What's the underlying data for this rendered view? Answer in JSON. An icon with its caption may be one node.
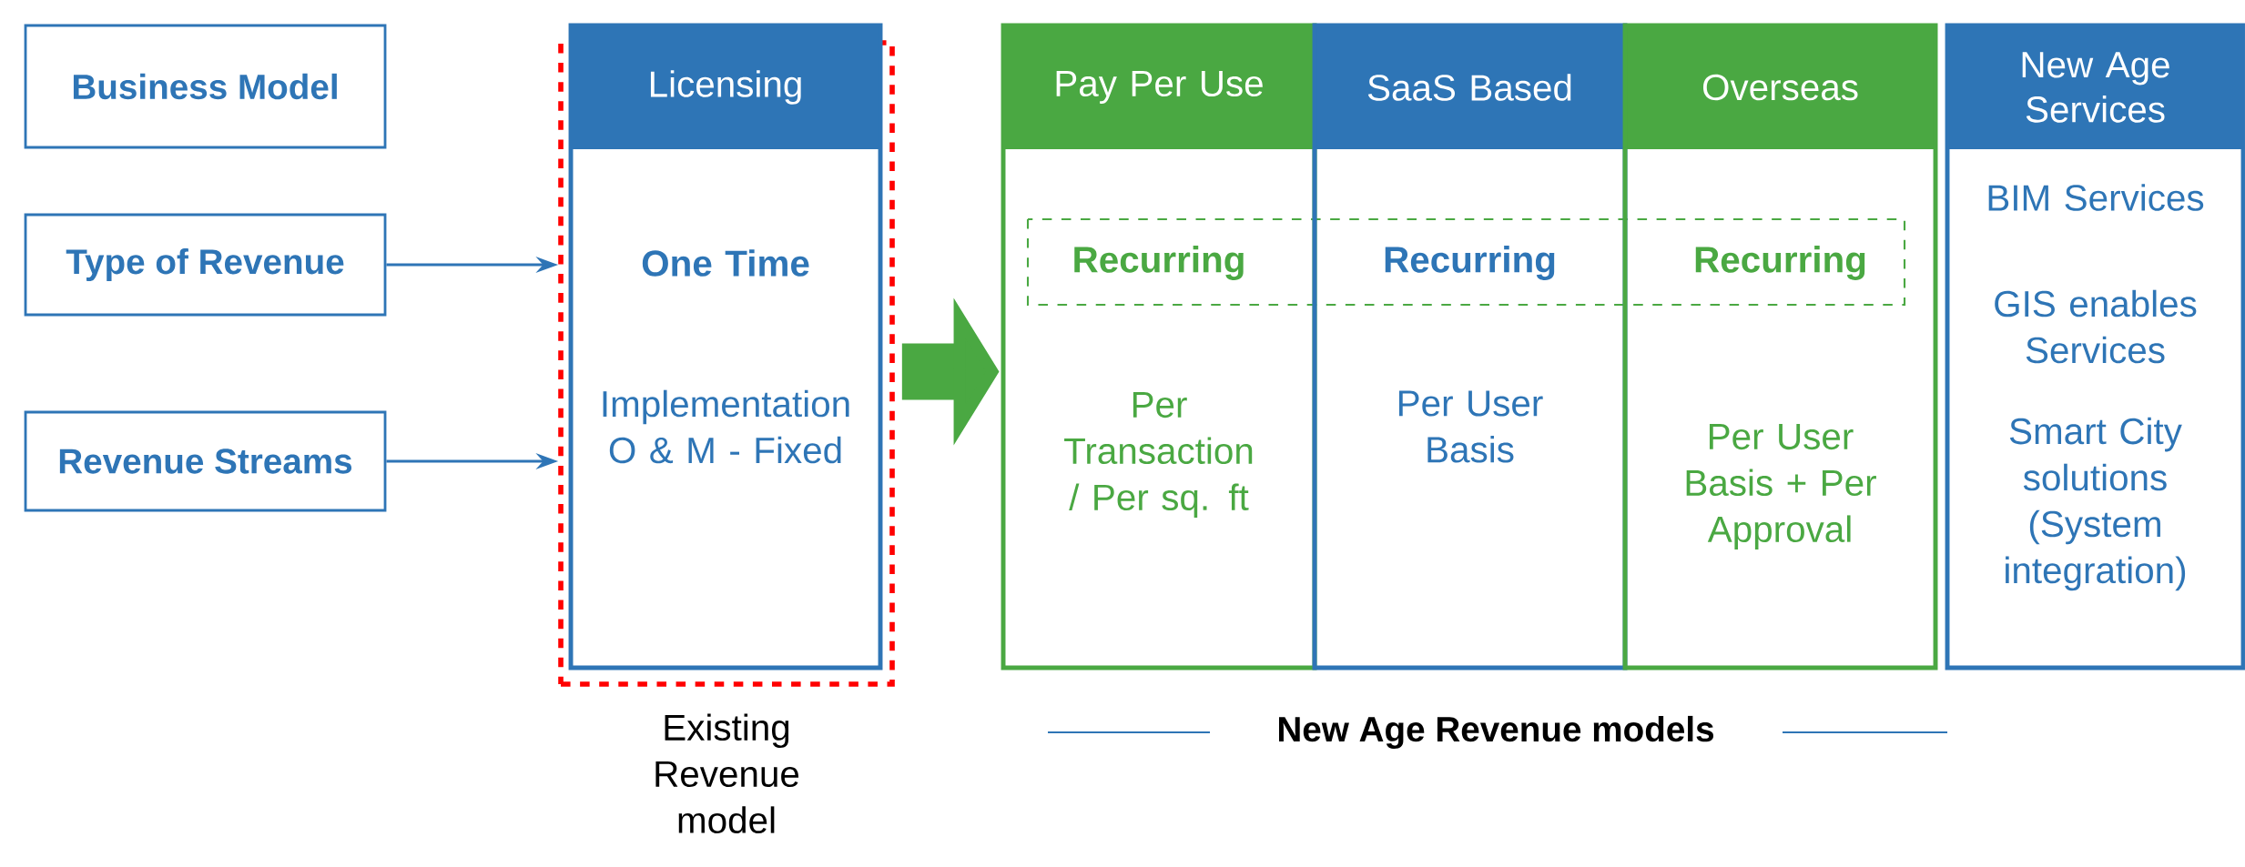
{
  "diagram": {
    "nodes": [
      {
        "text": [
          "Business Model"
        ]
      },
      {
        "text": [
          "Type of Revenue"
        ]
      },
      {
        "text": [
          "Revenue Streams"
        ]
      },
      {
        "text": [],
        "shape": "box",
        "beside": [
          "Existing Revenue model"
        ]
      },
      {
        "text": [
          "Licensing",
          "One Time",
          "Implementation O & M - Fixed"
        ],
        "in": 3
      },
      {
        "text": [
          "Pay Per Use",
          "Recurring",
          "Per Transaction / Per sq. ft"
        ]
      },
      {
        "text": [
          "SaaS Based",
          "Recurring",
          "Per User Basis"
        ]
      },
      {
        "text": [
          "Overseas",
          "Recurring",
          "Per User Basis + Per Approval"
        ]
      },
      {
        "text": [
          "New Age Services",
          "BIM Services",
          "GIS enables Services",
          "Smart City solutions (System integration)"
        ]
      }
    ],
    "edges": [
      {
        "from": 1,
        "to": 3,
        "arrow": "to"
      },
      {
        "from": 2,
        "to": 3,
        "arrow": "to"
      },
      {
        "from": 3,
        "to": 5,
        "arrow": "to",
        "style": "thick",
        "color": "#4aa842"
      }
    ],
    "labels": [
      "New Age Revenue models"
    ]
  }
}
